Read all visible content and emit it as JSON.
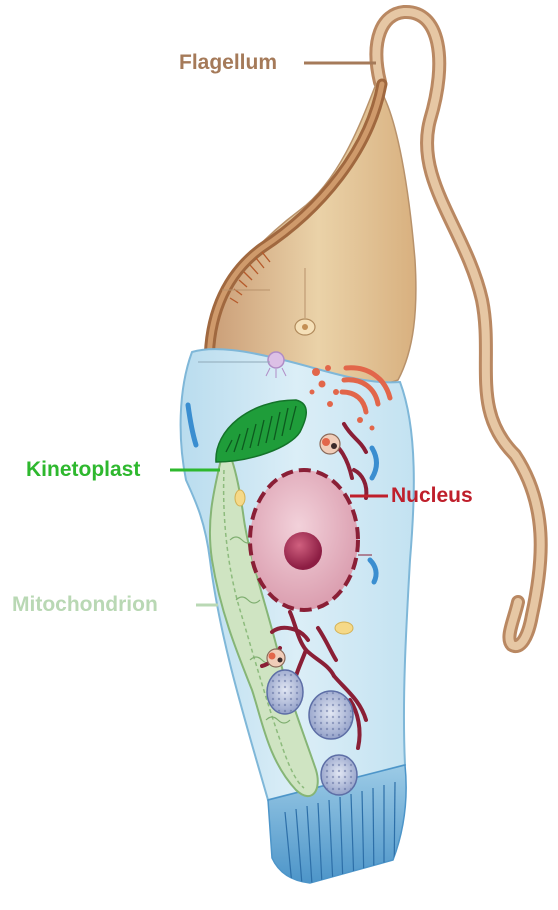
{
  "diagram": {
    "labels": {
      "flagellum": "Flagellum",
      "kinetoplast": "Kinetoplast",
      "nucleus": "Nucleus",
      "mitochondrion": "Mitochondrion"
    },
    "colors": {
      "flagellum": "#a57a59",
      "kinetoplast": "#2eb82e",
      "nucleus": "#bf1f2b",
      "mitochondrion": "#b9d8b4",
      "cytoplasm": "#cfe6f2",
      "membrane": "#7fb7d8",
      "tan_body": "#e9c99c",
      "nucleus_fill": "#e8b9c6",
      "nucleolus": "#a3254f",
      "er": "#8a1f36"
    }
  }
}
